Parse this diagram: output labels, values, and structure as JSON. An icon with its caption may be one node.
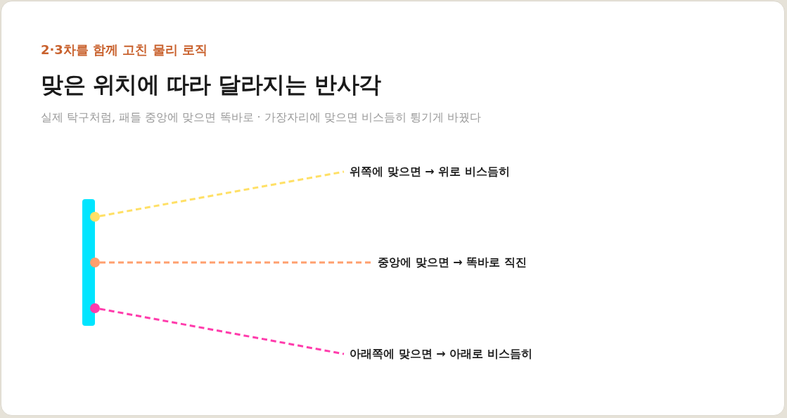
{
  "diagram": {
    "title": "맞은 위치에 따라 달라지는 반사각",
    "nodes": [
      {
        "text": [],
        "shape": "bar"
      },
      {
        "text": [],
        "shape": "circle"
      },
      {
        "text": [],
        "shape": "circle"
      },
      {
        "text": [],
        "shape": "circle"
      },
      {
        "text": [
          "위쪽에 맞으면 → 위로 비스듬히"
        ]
      },
      {
        "text": [
          "중앙에 맞으면 → 똑바로 직진"
        ]
      },
      {
        "text": [
          "아래쪽에 맞으면 → 아래로 비스듬히"
        ]
      }
    ],
    "edges": [
      {
        "from": 1,
        "to": 4,
        "arrow": "none",
        "style": "dashed",
        "color": "#ffe066"
      },
      {
        "from": 2,
        "to": 5,
        "arrow": "none",
        "style": "dashed",
        "color": "#ff9f6e"
      },
      {
        "from": 3,
        "to": 6,
        "arrow": "none",
        "style": "dashed",
        "color": "#ff3cac"
      }
    ],
    "labels": [
      "2·3차를 함께 고친 물리 로직",
      "실제 탁구처럼, 패들 중앙에 맞으면 똑바로 · 가장자리에 맞으면 비스듬히 튕기게 바꿨다"
    ]
  }
}
